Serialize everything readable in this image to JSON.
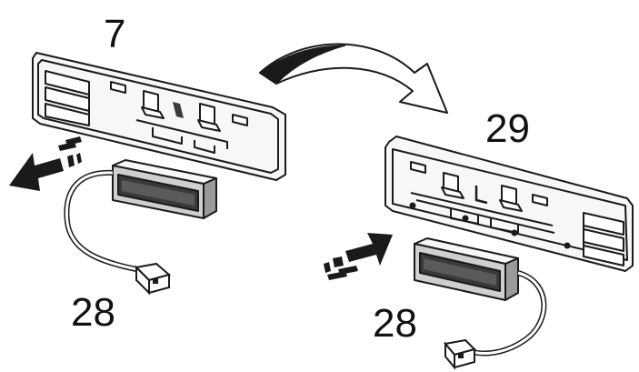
{
  "labels": {
    "left_panel": "7",
    "right_panel": "29",
    "left_module": "28",
    "right_module": "28"
  },
  "colors": {
    "stroke": "#1a1a1a",
    "fill_light": "#f2f2f2",
    "fill_mid": "#cfcfcf",
    "fill_dark": "#3a3a3a",
    "background": "#ffffff"
  },
  "icons": {
    "swap_arrow": "curved-arrow-icon",
    "remove_arrow": "left-arrow-icon",
    "insert_arrow": "right-arrow-icon"
  }
}
